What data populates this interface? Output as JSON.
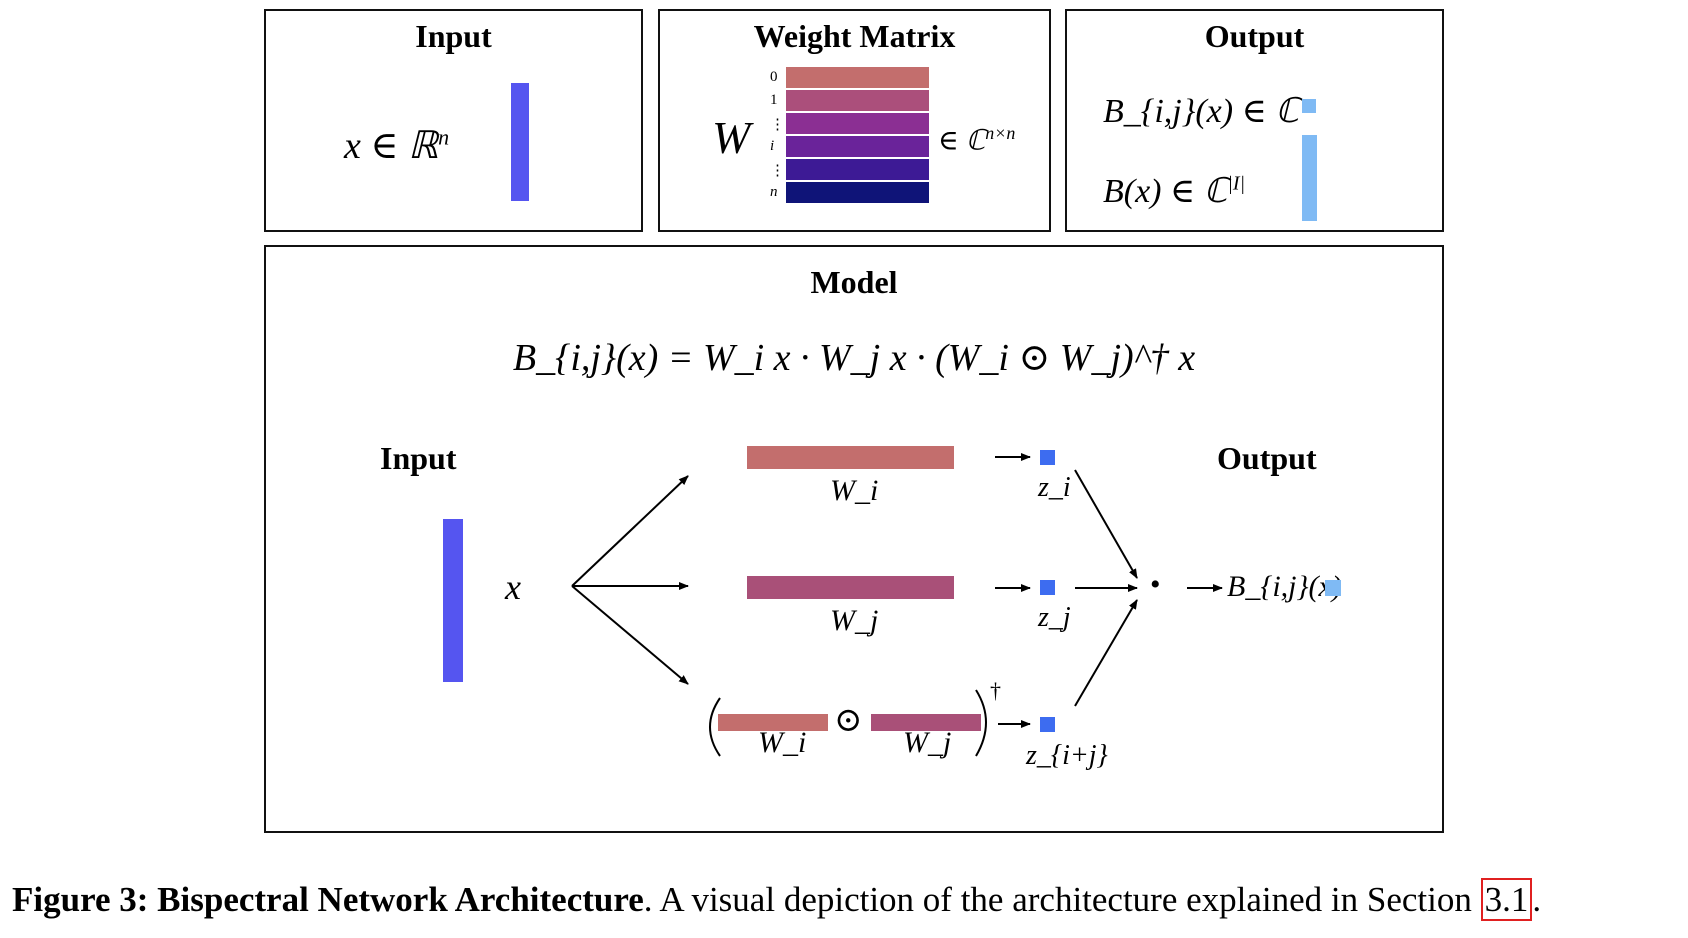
{
  "colors": {
    "input_bar": "#5555f0",
    "output_bar": "#7fbaf4",
    "z_square": "#3d6cf0",
    "wi_bar": "#c36e6d",
    "wj_bar": "#a95078",
    "weight_rows": [
      "#c36e6d",
      "#ab4f7b",
      "#8b2f93",
      "#6a239a",
      "#3d1a95",
      "#0f1478"
    ]
  },
  "top_panels": {
    "input": {
      "title": "Input",
      "expr_main": "x ∈ ℝ",
      "expr_sup": "n"
    },
    "weight": {
      "title": "Weight Matrix",
      "symbol": "W",
      "row_labels": [
        "0",
        "1",
        "⋮",
        "i",
        "⋮",
        "n"
      ],
      "expr_main": "∈ ℂ",
      "expr_sup": "n×n"
    },
    "output": {
      "title": "Output",
      "expr1": "B_{i,j}(x) ∈ ℂ",
      "expr2_main": "B(x) ∈ ℂ",
      "expr2_sup": "|I|"
    }
  },
  "model": {
    "title": "Model",
    "equation": "B_{i,j}(x) = W_i x · W_j x · (W_i ⊙ W_j)^† x",
    "input_label": "Input",
    "output_label": "Output",
    "x_label": "x",
    "wi_label": "W_i",
    "wj_label": "W_j",
    "zi_label": "z_i",
    "zj_label": "z_j",
    "zij_label": "z_{i+j}",
    "odot": "⊙",
    "dagger": "†",
    "dot": "•",
    "out_expr": "B_{i,j}(x)"
  },
  "caption": {
    "label": "Figure 3: Bispectral Network Architecture",
    "text": ". A visual depiction of the architecture explained in Section ",
    "ref": "3.1",
    "end": "."
  }
}
